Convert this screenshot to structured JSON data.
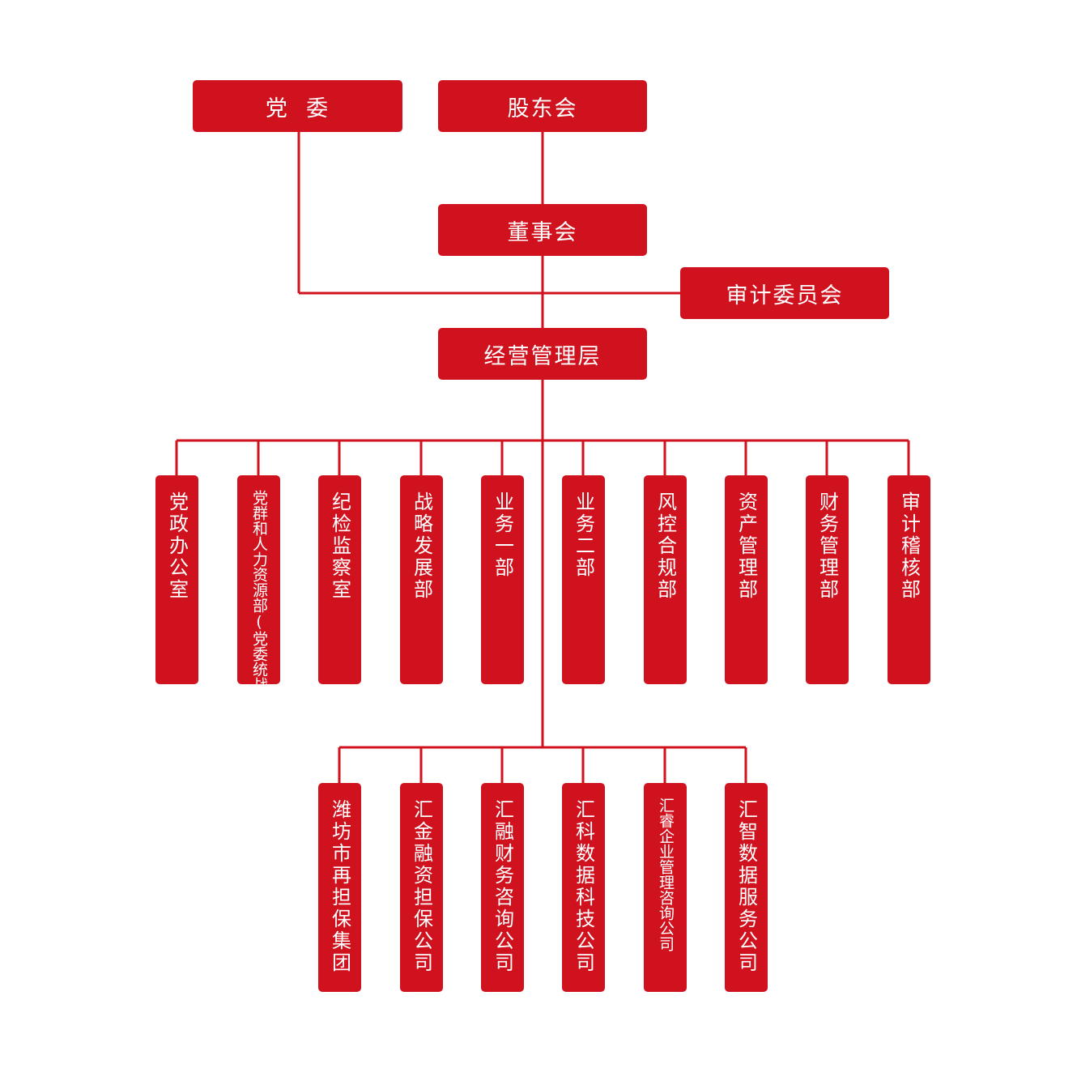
{
  "colors": {
    "box": "#d0121e",
    "line": "#d0121e",
    "text": "#ffffff"
  },
  "top": {
    "party_committee": "党  委",
    "shareholders": "股东会",
    "board": "董事会",
    "audit_committee": "审计委员会",
    "management": "经营管理层"
  },
  "departments": [
    "党政办公室",
    "党群和人力资源部(党委统战部)",
    "纪检监察室",
    "战略发展部",
    "业务一部",
    "业务二部",
    "风控合规部",
    "资产管理部",
    "财务管理部",
    "审计稽核部"
  ],
  "subsidiaries": [
    "潍坊市再担保集团",
    "汇金融资担保公司",
    "汇融财务咨询公司",
    "汇科数据科技公司",
    "汇睿企业管理咨询公司",
    "汇智数据服务公司"
  ]
}
